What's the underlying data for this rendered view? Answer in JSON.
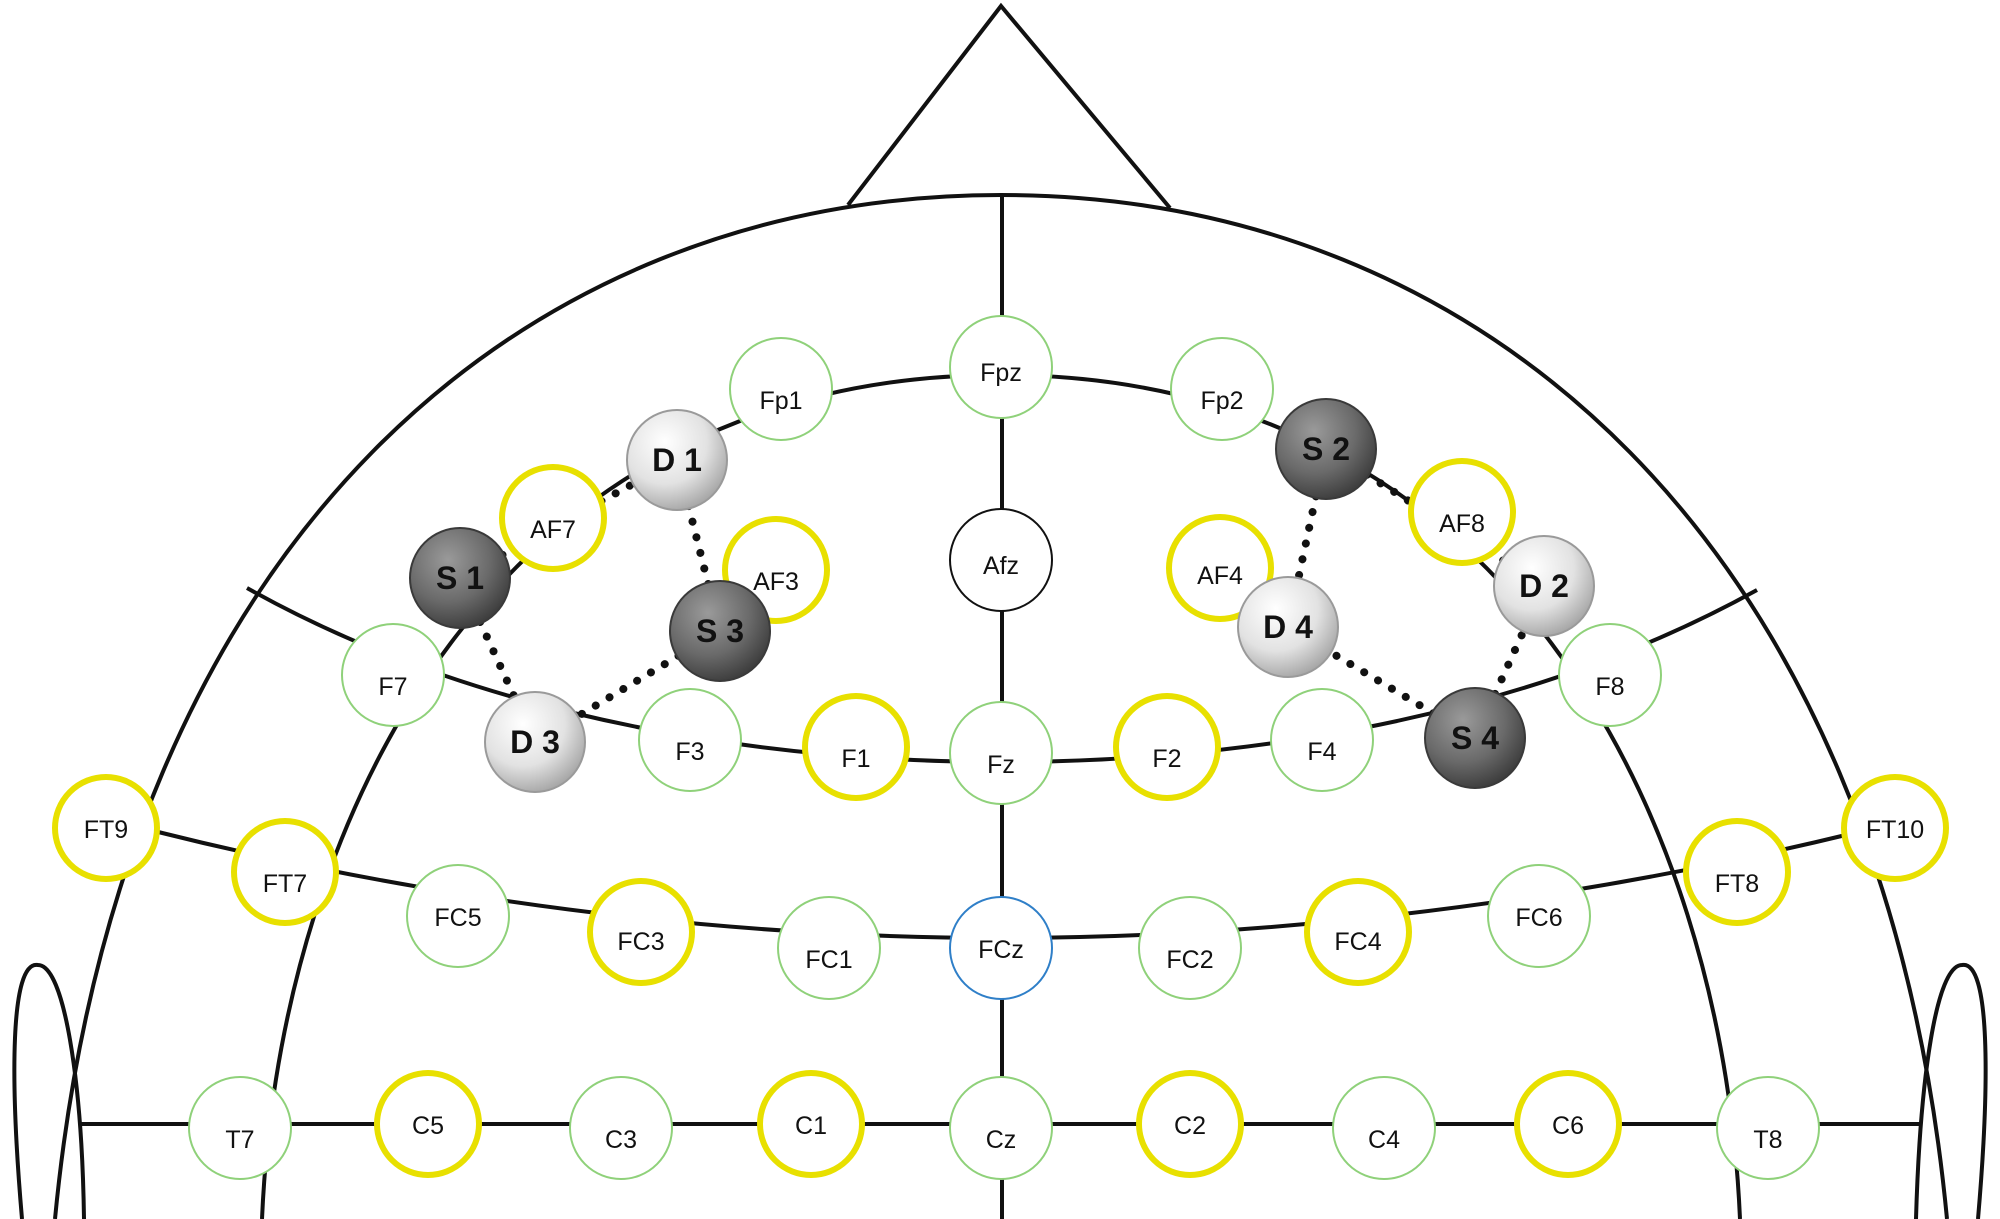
{
  "electrodes_green": [
    "Fpz",
    "Fp1",
    "Fp2",
    "F7",
    "F3",
    "Fz",
    "F4",
    "F8",
    "FC5",
    "FC1",
    "FC2",
    "FC6",
    "T7",
    "C3",
    "Cz",
    "C4",
    "T8"
  ],
  "electrodes_yellow": [
    "AF7",
    "AF3",
    "AF4",
    "AF8",
    "F1",
    "F2",
    "FT9",
    "FT7",
    "FC3",
    "FC4",
    "FT8",
    "FT10",
    "C5",
    "C1",
    "C2",
    "C6"
  ],
  "electrode_black": "Afz",
  "electrode_blue": "FCz",
  "sources": [
    "S 1",
    "S 2",
    "S 3",
    "S 4"
  ],
  "detectors": [
    "D 1",
    "D 2",
    "D 3",
    "D 4"
  ],
  "channels": [
    [
      "S 1",
      "D 1"
    ],
    [
      "S 1",
      "D 3"
    ],
    [
      "S 3",
      "D 1"
    ],
    [
      "S 3",
      "D 3"
    ],
    [
      "S 2",
      "D 2"
    ],
    [
      "S 2",
      "D 4"
    ],
    [
      "S 4",
      "D 2"
    ],
    [
      "S 4",
      "D 4"
    ]
  ],
  "colors": {
    "green_ring": "#8fd17a",
    "yellow_ring": "#e8e000",
    "black_ring": "#111111",
    "blue_ring": "#2f7fc8",
    "source_fill": "#6b6b6b",
    "detector_fill": "#e6e6e6",
    "outline": "#111111"
  }
}
